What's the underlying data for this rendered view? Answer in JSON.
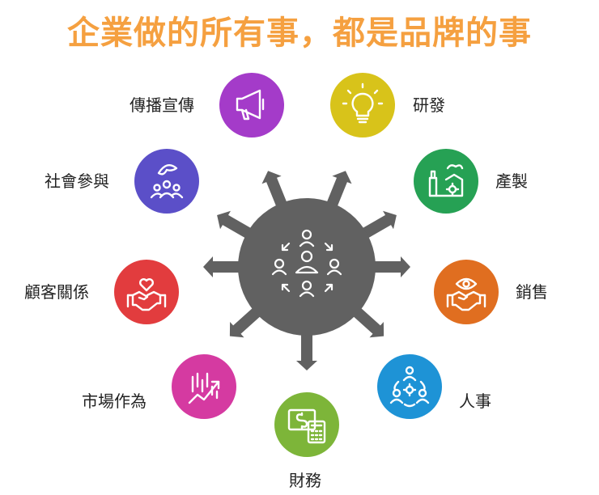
{
  "title": "企業做的所有事，都是品牌的事",
  "colors": {
    "title": "#F5A040",
    "hub": "#616161",
    "hub_line": "#ffffff"
  },
  "hub": {
    "icon": "team-cycle-icon"
  },
  "nodes": [
    {
      "id": "marketing",
      "label": "傳播宣傳",
      "color": "#A43BC9",
      "icon": "megaphone-icon"
    },
    {
      "id": "rnd",
      "label": "研發",
      "color": "#D8C31A",
      "icon": "lightbulb-icon"
    },
    {
      "id": "social",
      "label": "社會參與",
      "color": "#5B4FC8",
      "icon": "community-icon"
    },
    {
      "id": "production",
      "label": "產製",
      "color": "#26A154",
      "icon": "factory-icon"
    },
    {
      "id": "customer",
      "label": "顧客關係",
      "color": "#E23C3E",
      "icon": "handshake-heart-icon"
    },
    {
      "id": "sales",
      "label": "銷售",
      "color": "#E06E20",
      "icon": "handshake-eye-icon"
    },
    {
      "id": "market",
      "label": "市場作為",
      "color": "#D53AA1",
      "icon": "growth-chart-icon"
    },
    {
      "id": "hr",
      "label": "人事",
      "color": "#1E93D6",
      "icon": "people-gear-icon"
    },
    {
      "id": "finance",
      "label": "財務",
      "color": "#7DB539",
      "icon": "money-calculator-icon"
    }
  ]
}
